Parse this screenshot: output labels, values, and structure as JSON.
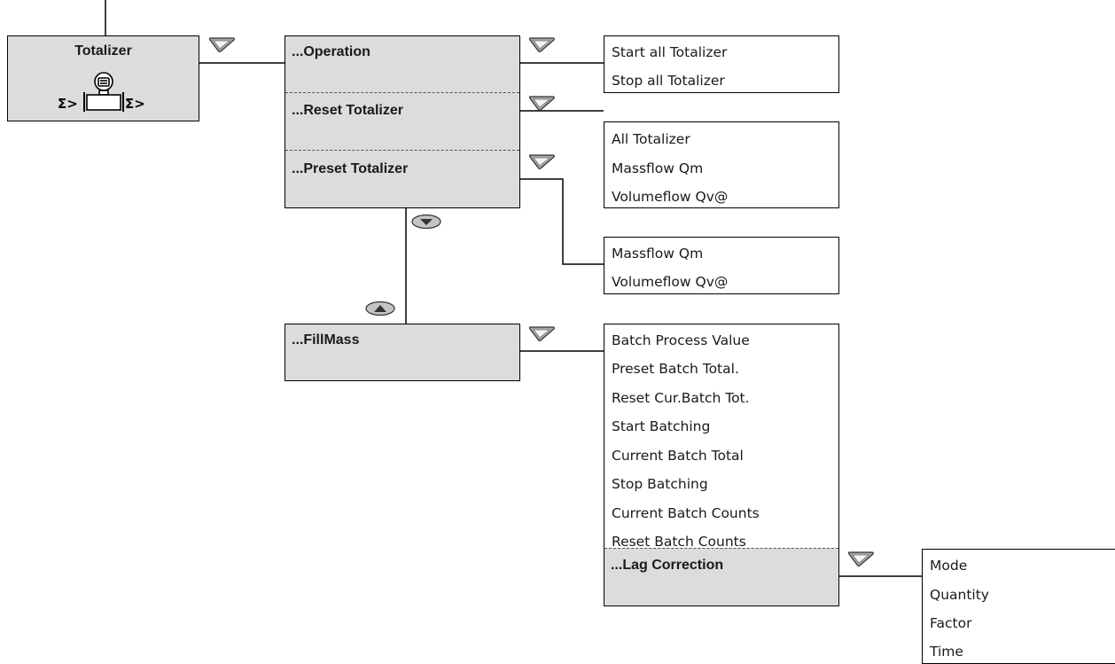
{
  "totalizer": {
    "title": "Totalizer",
    "icon": "flowmeter-sigma-icon"
  },
  "menu": {
    "operation": "...Operation",
    "reset": "...Reset Totalizer",
    "preset": "...Preset Totalizer"
  },
  "operation_items": [
    "Start all Totalizer",
    "Stop all Totalizer"
  ],
  "reset_items": [
    "All Totalizer",
    "Massflow Qm",
    "Volumeflow Qv@"
  ],
  "preset_items": [
    "Massflow Qm",
    "Volumeflow Qv@"
  ],
  "fillmass": {
    "title": "...FillMass"
  },
  "fillmass_items": [
    "Batch Process Value",
    "Preset Batch Total.",
    "Reset Cur.Batch Tot.",
    "Start Batching",
    "Current Batch Total",
    "Stop Batching",
    "Current Batch Counts",
    "Reset Batch Counts"
  ],
  "lag": {
    "title": "...Lag Correction"
  },
  "lag_items": [
    "Mode",
    "Quantity",
    "Factor",
    "Time"
  ],
  "icons": {
    "enter": "enter-key-icon",
    "down": "down-arrow-key-icon",
    "up": "up-arrow-key-icon"
  }
}
